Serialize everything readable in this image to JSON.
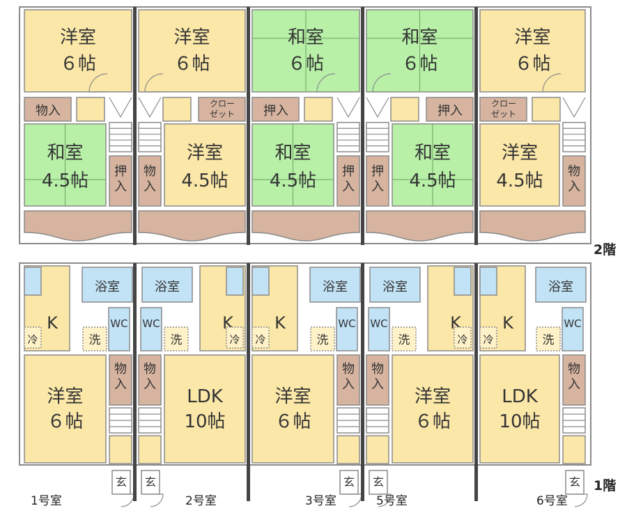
{
  "floors": {
    "upper_label": "2階",
    "lower_label": "1階"
  },
  "colors": {
    "western_room": "#fbe7a8",
    "japanese_room": "#b8f0a8",
    "storage": "#d6b4a0",
    "water": "#c2e2f6",
    "wall": "#8a8a8a",
    "party_wall": "#444444",
    "text": "#333333"
  },
  "units_upper": [
    {
      "top_room": {
        "kind": "western",
        "name": "洋室",
        "size": "６帖"
      },
      "closet": "物入",
      "bottom_room": {
        "kind": "japanese",
        "name": "和室",
        "size": "4.5帖"
      },
      "side_storage": "押入"
    },
    {
      "top_room": {
        "kind": "western",
        "name": "洋室",
        "size": "６帖"
      },
      "closet": "クロー\nゼット",
      "bottom_room": {
        "kind": "western",
        "name": "洋室",
        "size": "4.5帖"
      },
      "side_storage": "物入"
    },
    {
      "top_room": {
        "kind": "japanese",
        "name": "和室",
        "size": "６帖"
      },
      "closet": "押入",
      "bottom_room": {
        "kind": "japanese",
        "name": "和室",
        "size": "4.5帖"
      },
      "side_storage": "押入"
    },
    {
      "top_room": {
        "kind": "japanese",
        "name": "和室",
        "size": "６帖"
      },
      "closet": "押入",
      "bottom_room": {
        "kind": "japanese",
        "name": "和室",
        "size": "4.5帖"
      },
      "side_storage": "押入"
    },
    {
      "top_room": {
        "kind": "western",
        "name": "洋室",
        "size": "６帖"
      },
      "closet": "クロー\nゼット",
      "bottom_room": {
        "kind": "western",
        "name": "洋室",
        "size": "4.5帖"
      },
      "side_storage": "物入"
    }
  ],
  "units_lower": [
    {
      "bath": "浴室",
      "kitchen": "K",
      "wc": "WC",
      "wash": "洗",
      "fridge": "冷",
      "storage": "物入",
      "entrance": "玄",
      "main_room": {
        "name": "洋室",
        "size": "６帖"
      },
      "unit_label": "1号室"
    },
    {
      "bath": "浴室",
      "kitchen": "K",
      "wc": "WC",
      "wash": "洗",
      "fridge": "冷",
      "storage": "物入",
      "entrance": "玄",
      "main_room": {
        "name": "LDK",
        "size": "10帖"
      },
      "unit_label": "2号室"
    },
    {
      "bath": "浴室",
      "kitchen": "K",
      "wc": "WC",
      "wash": "洗",
      "fridge": "冷",
      "storage": "物入",
      "entrance": "玄",
      "main_room": {
        "name": "洋室",
        "size": "６帖"
      },
      "unit_label": "3号室"
    },
    {
      "bath": "浴室",
      "kitchen": "K",
      "wc": "WC",
      "wash": "洗",
      "fridge": "冷",
      "storage": "物入",
      "entrance": "玄",
      "main_room": {
        "name": "洋室",
        "size": "６帖"
      },
      "unit_label": "5号室"
    },
    {
      "bath": "浴室",
      "kitchen": "K",
      "wc": "WC",
      "wash": "洗",
      "fridge": "冷",
      "storage": "物入",
      "entrance": "玄",
      "main_room": {
        "name": "LDK",
        "size": "10帖"
      },
      "unit_label": "6号室"
    }
  ]
}
